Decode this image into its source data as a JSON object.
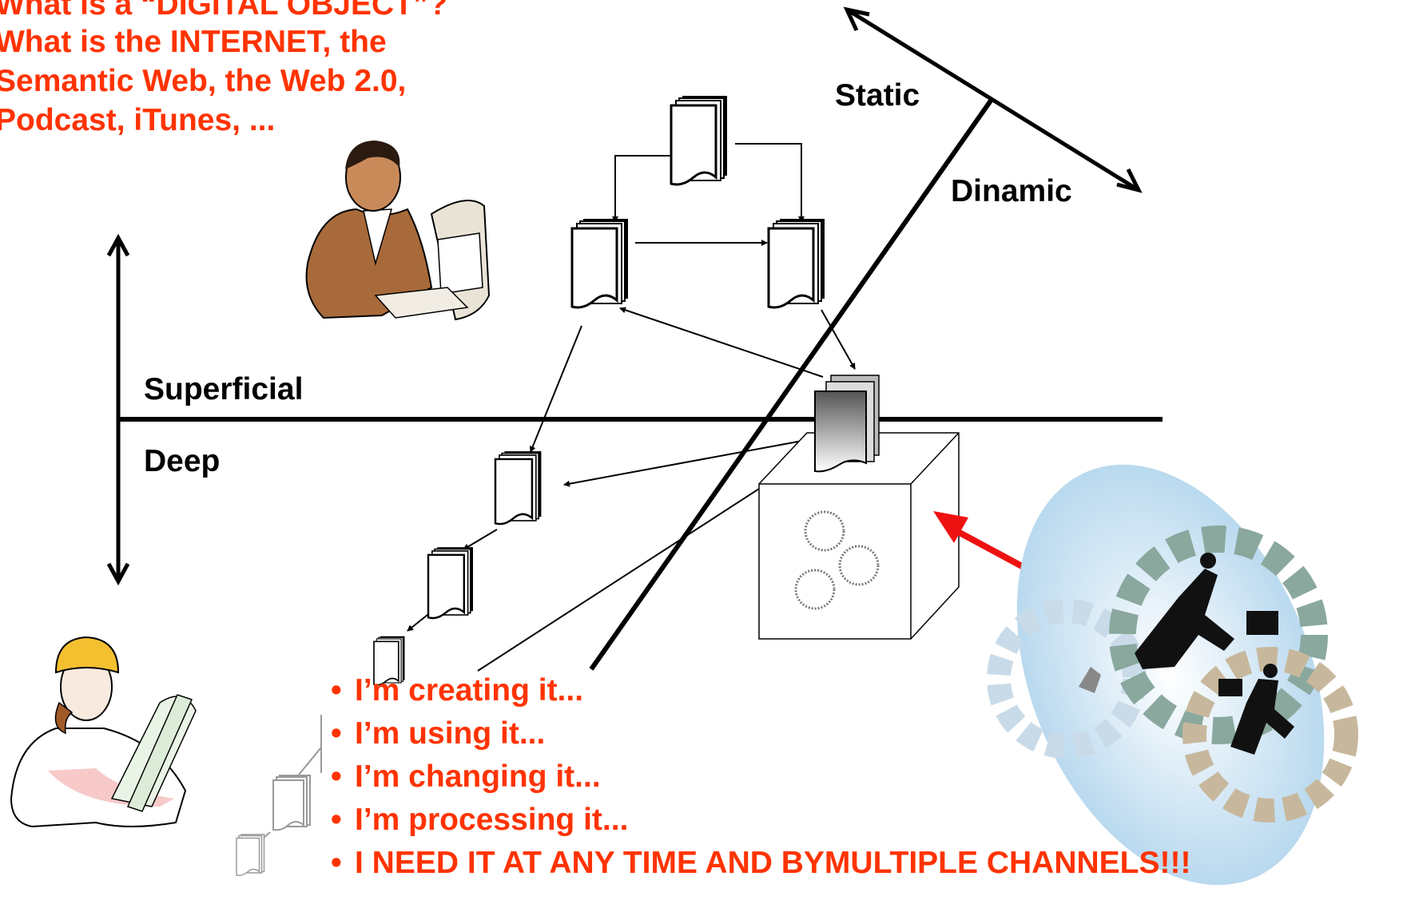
{
  "question": {
    "lines": [
      "What is a “DIGITAL OBJECT”?",
      "What is the INTERNET, the",
      "Semantic Web, the Web 2.0,",
      "Podcast, iTunes, ..."
    ]
  },
  "axes": {
    "static_label": "Static",
    "dinamic_label": "Dinamic",
    "superficial_label": "Superficial",
    "deep_label": "Deep"
  },
  "bullets": [
    "I’m creating it...",
    "I’m using it...",
    "I’m changing it...",
    "I’m processing it...",
    "I NEED IT AT ANY TIME AND BYMULTIPLE CHANNELS!!!"
  ],
  "colors": {
    "accent": "#ff3300",
    "connector": "#ee1111",
    "ink": "#000000"
  },
  "icons": [
    "office-worker-clipart",
    "engineer-with-blueprints-clipart",
    "business-gears-clipart",
    "document-stack-icon",
    "gear-icon"
  ]
}
